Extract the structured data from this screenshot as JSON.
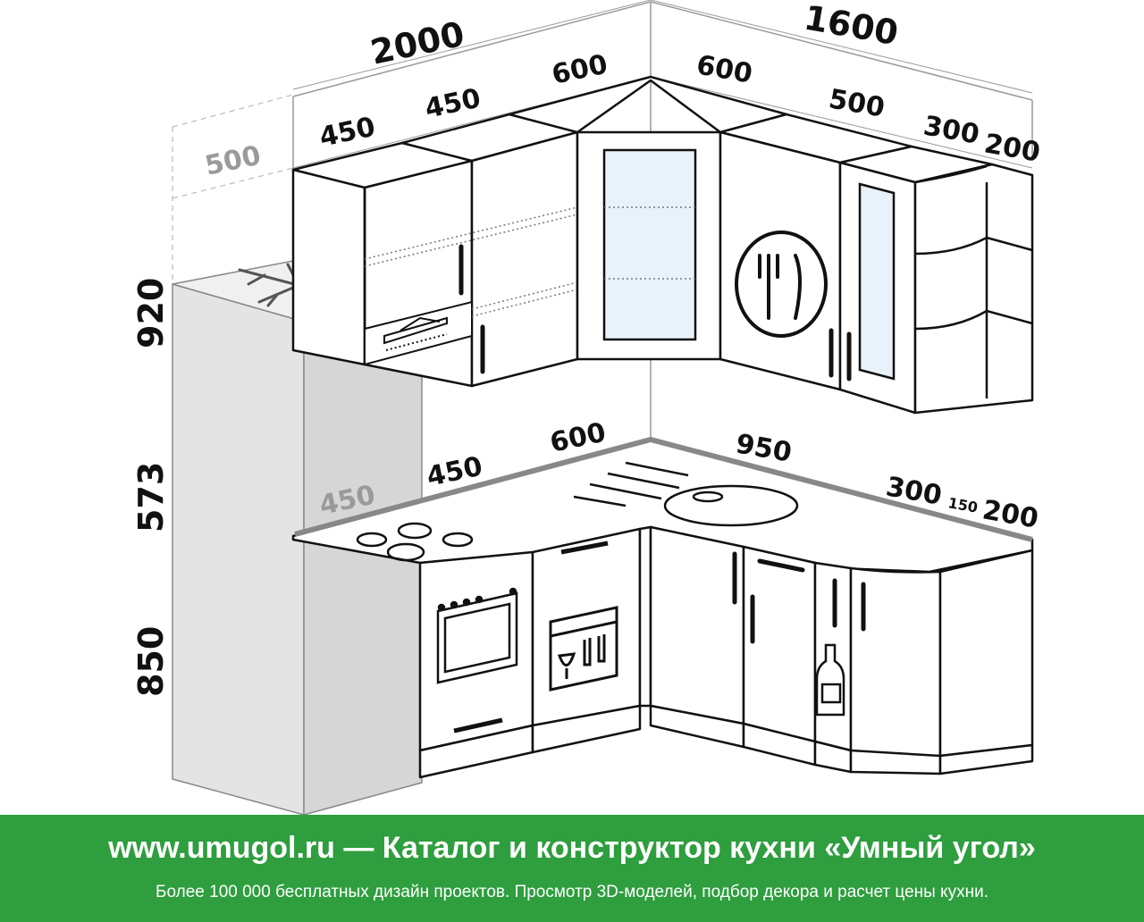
{
  "dimensions": {
    "total_left": "2000",
    "total_right": "1600",
    "depth_ghost": "500",
    "upper_w1": "450",
    "upper_w2": "450",
    "upper_corner_left": "600",
    "upper_corner_right": "600",
    "upper_w5": "500",
    "upper_w6": "300",
    "upper_w7": "200",
    "height_upper": "920",
    "height_gap": "573",
    "height_base": "850",
    "base_w1": "450",
    "base_w2": "450",
    "base_corner_left": "600",
    "base_sink": "950",
    "base_w5": "300",
    "base_w6": "150",
    "base_w7": "200"
  },
  "icons": [
    "snowflake-icon",
    "hood-icon",
    "cutlery-plate-icon",
    "hob-icon",
    "oven-icon",
    "dishwasher-icon",
    "sink-icon",
    "bottle-icon"
  ],
  "colors": {
    "banner": "#2e9e3e",
    "fridge": "#e4e4e4",
    "line": "#111111"
  },
  "banner": {
    "title": "www.umugol.ru — Каталог и конструктор кухни «Умный угол»",
    "subtitle": "Более 100 000 бесплатных дизайн проектов. Просмотр 3D-моделей, подбор декора и расчет цены кухни."
  }
}
